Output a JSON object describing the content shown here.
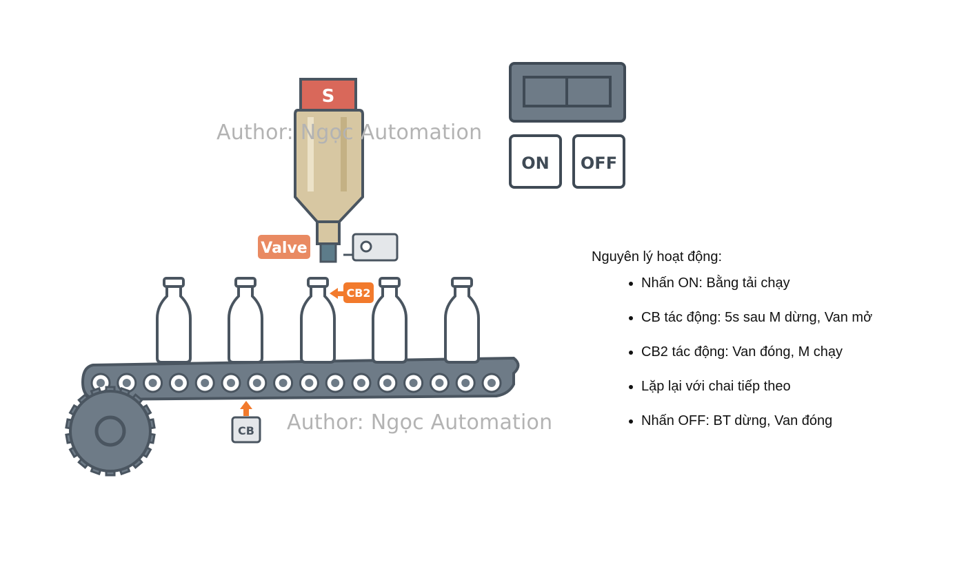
{
  "watermark": "Author: Ngọc Automation",
  "tank_label": "S",
  "valve_label": "Valve",
  "sensor_cb_label": "CB",
  "sensor_cb2_label": "CB2",
  "buttons": {
    "on_label": "ON",
    "off_label": "OFF"
  },
  "principle": {
    "heading": "Nguyên lý hoạt động:",
    "steps": [
      "Nhấn ON: Bằng tải chạy",
      "CB tác động: 5s sau M dừng, Van mở",
      "CB2 tác động: Van đóng, M chạy",
      "Lặp lại với chai tiếp theo",
      "Nhấn OFF: BT dừng, Van đóng"
    ]
  },
  "colors": {
    "outline": "#4a5560",
    "panel": "#6e7b87",
    "tank_top": "#d9685a",
    "tank_body": "#d7c7a2",
    "label_orange": "#e98a62",
    "sensor_orange": "#f27a2c",
    "belt": "#6e7b87",
    "bottle": "#ffffff"
  }
}
